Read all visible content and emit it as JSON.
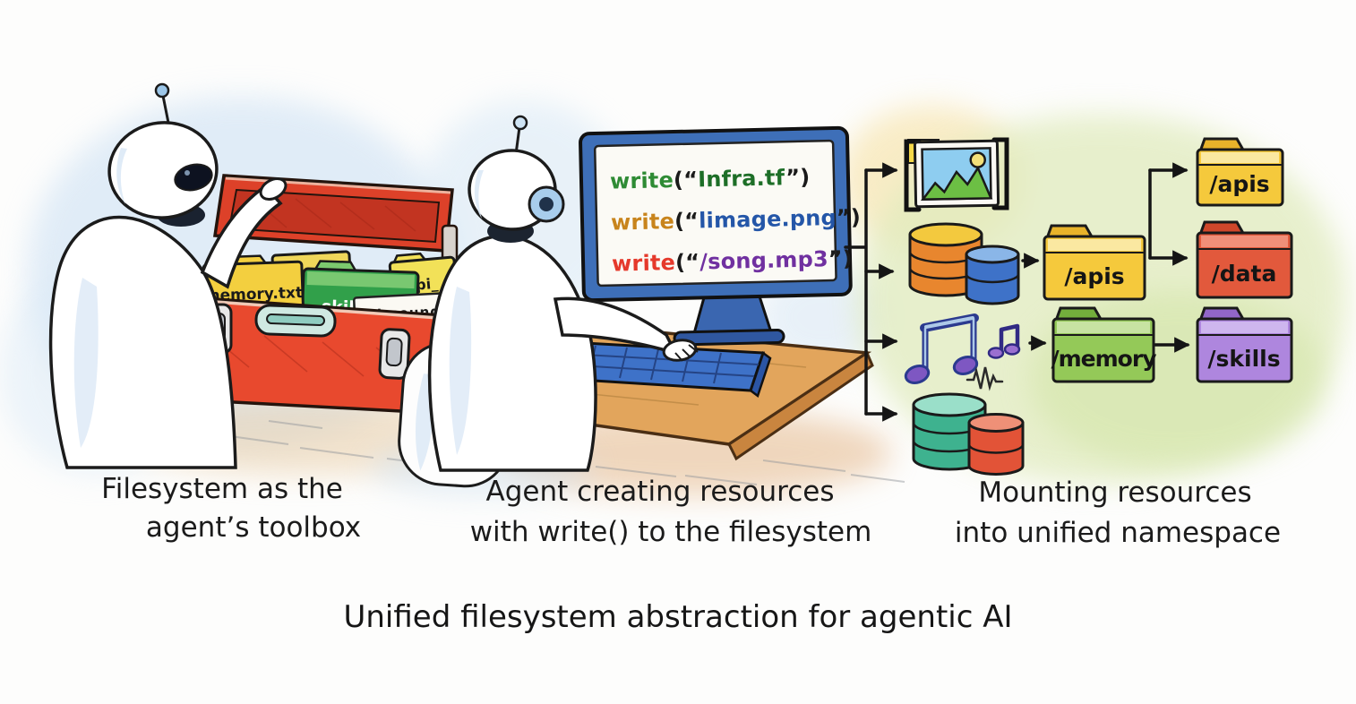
{
  "title": "Unified filesystem abstraction for agentic AI",
  "palette": {
    "toolbox_red": "#e8492e",
    "toolbox_lid_red": "#dd4129",
    "monitor_frame_blue": "#3e6fb8",
    "desk_tan": "#e2a55c",
    "keyboard_blue": "#3e72c8",
    "ink": "#1a1a1a"
  },
  "toolbox_scene": {
    "caption_line1": "Filesystem as the",
    "caption_line2": "agent’s toolbox",
    "folder_labels": {
      "memory": "memory.txt",
      "skills": "skills.m",
      "api": "api_",
      "api_sound": "api_sound"
    }
  },
  "terminal_scene": {
    "caption_line1": "Agent creating resources",
    "caption_line2": "with write() to the filesystem",
    "code_lines": [
      {
        "fn": "write",
        "fn_color": "#2e8b34",
        "open": "(“",
        "path": "Infra.tf",
        "path_color": "#1d6e27",
        "close": "”)"
      },
      {
        "fn": "write",
        "fn_color": "#c8841c",
        "open": "(“",
        "path": "limage.png",
        "path_color": "#2456a8",
        "close": "”)"
      },
      {
        "fn": "write",
        "fn_color": "#e5392b",
        "open": "(“",
        "path": "/song.mp3",
        "path_color": "#7030a0",
        "close": "”)"
      }
    ]
  },
  "mounting_scene": {
    "caption_line1": "Mounting resources",
    "caption_line2": "into unified namespace",
    "icons": {
      "row1": "image-icon",
      "row2": "databases-icon",
      "row3": "music-notes-icon",
      "row4": "databases-icon"
    },
    "folders": {
      "apis_top": {
        "label": "/apis",
        "body": "#f5c93c",
        "tab": "#e8b32a",
        "band": "#faeaa6"
      },
      "apis_mid": {
        "label": "/apis",
        "body": "#f5c93c",
        "tab": "#e8b32a",
        "band": "#faeaa6"
      },
      "data": {
        "label": "/data",
        "body": "#e2593c",
        "tab": "#cf472b",
        "band": "#f0927c"
      },
      "memory": {
        "label": "/memory",
        "body": "#94c958",
        "tab": "#73af3c",
        "band": "#c9e5a6"
      },
      "skills": {
        "label": "/skills",
        "body": "#ae86de",
        "tab": "#9166c8",
        "band": "#d0b8ee"
      }
    }
  }
}
